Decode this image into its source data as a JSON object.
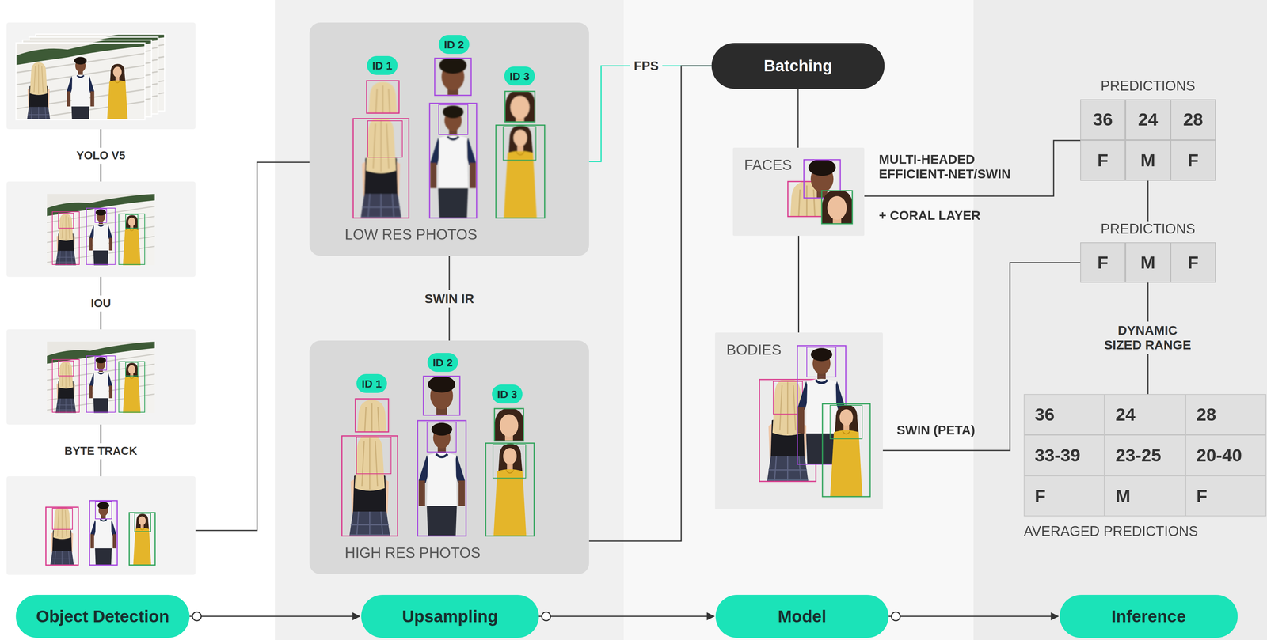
{
  "diagram": {
    "nodes": [
      {
        "text": [
          "ID 1"
        ]
      },
      {
        "text": [
          "ID 2"
        ]
      },
      {
        "text": [
          "ID 3"
        ]
      },
      {
        "text": [
          "LOW RES PHOTOS"
        ]
      },
      {
        "text": [
          "ID 1"
        ],
        "in": 3
      },
      {
        "text": [
          "ID 2"
        ],
        "in": 3
      },
      {
        "text": [
          "ID 3"
        ],
        "in": 3
      },
      {
        "text": [
          "HIGH RES PHOTOS"
        ]
      },
      {
        "text": [
          "ID 1"
        ],
        "in": 7
      },
      {
        "text": [
          "ID 2"
        ],
        "in": 7
      },
      {
        "text": [
          "ID 3"
        ],
        "in": 7
      },
      {
        "text": [
          "Batching"
        ]
      },
      {
        "text": [
          "FACES"
        ]
      },
      {
        "text": [
          "BODIES"
        ]
      },
      {
        "text": [
          "PREDICTIONS",
          "36",
          "24",
          "28",
          "F",
          "M",
          "F"
        ]
      },
      {
        "text": [
          "PREDICTIONS",
          "F",
          "M",
          "F"
        ]
      },
      {
        "text": [
          "36",
          "24",
          "28",
          "33-39",
          "23-25",
          "20-40",
          "F",
          "M",
          "F",
          "AVERAGED PREDICTIONS"
        ]
      },
      {
        "text": [
          "Object Detection"
        ]
      },
      {
        "text": [
          "Upsampling"
        ]
      },
      {
        "text": [
          "Model"
        ]
      },
      {
        "text": [
          "Inference"
        ]
      }
    ],
    "edges": [
      {
        "from": 3,
        "to": 7,
        "label": "SWIN IR",
        "arrow": "none"
      },
      {
        "from": 3,
        "to": 11,
        "label": "FPS",
        "arrow": "none"
      },
      {
        "from": 7,
        "to": 11,
        "arrow": "none"
      },
      {
        "from": 11,
        "to": 12,
        "arrow": "none"
      },
      {
        "from": 12,
        "to": 13,
        "arrow": "none"
      },
      {
        "from": 12,
        "to": 14,
        "label": "MULTI-HEADED EFFICIENT-NET/SWIN",
        "arrow": "none"
      },
      {
        "from": 13,
        "to": 15,
        "label": "SWIN (PETA)",
        "arrow": "none"
      },
      {
        "from": 14,
        "to": 15,
        "arrow": "none"
      },
      {
        "from": 15,
        "to": 16,
        "label": "DYNAMIC SIZED RANGE",
        "arrow": "none"
      },
      {
        "from": 17,
        "to": 18,
        "arrow": "to"
      },
      {
        "from": 18,
        "to": 19,
        "arrow": "to"
      },
      {
        "from": 19,
        "to": 20,
        "arrow": "to"
      }
    ],
    "labels": [
      "YOLO V5",
      "IOU",
      "BYTE TRACK",
      "+ CORAL LAYER"
    ]
  }
}
